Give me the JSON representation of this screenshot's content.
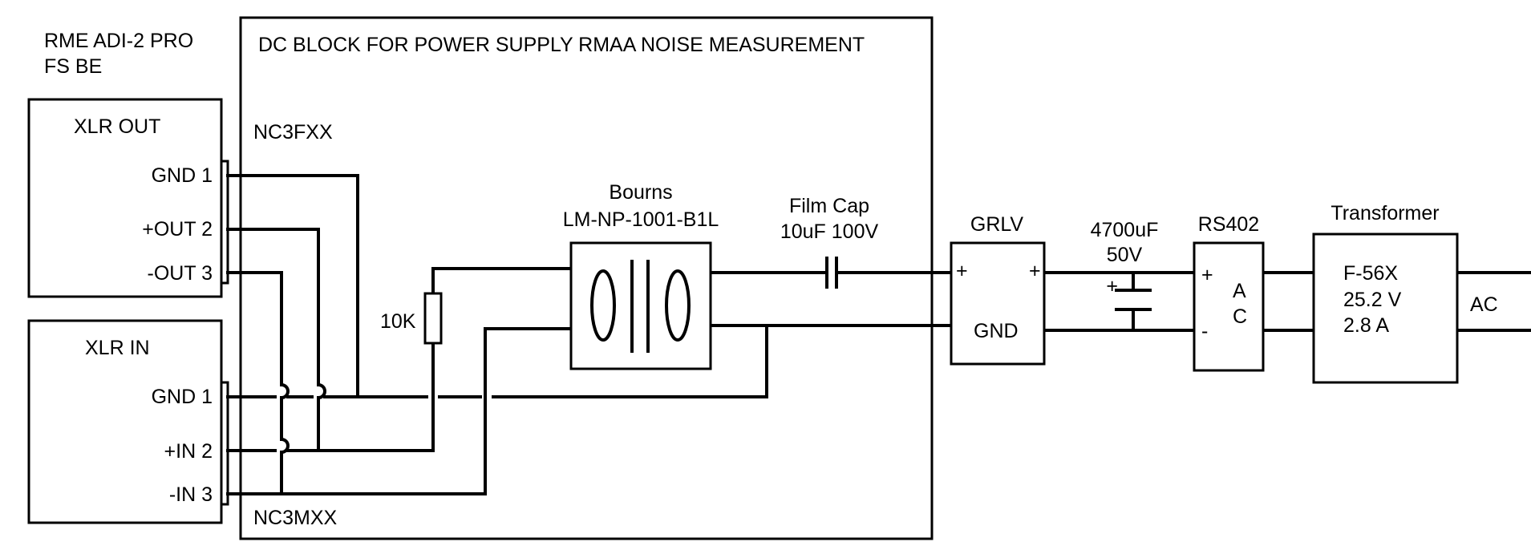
{
  "device": {
    "name_line1": "RME ADI-2 PRO",
    "name_line2": "FS BE"
  },
  "frame": {
    "title": "DC BLOCK FOR POWER SUPPLY RMAA NOISE MEASUREMENT"
  },
  "xlr_out": {
    "title": "XLR OUT",
    "connector": "NC3FXX",
    "pins": [
      "GND 1",
      "+OUT 2",
      "-OUT 3"
    ]
  },
  "xlr_in": {
    "title": "XLR IN",
    "connector": "NC3MXX",
    "pins": [
      "GND 1",
      "+IN 2",
      "-IN 3"
    ]
  },
  "resistor": {
    "value": "10K"
  },
  "transformer_bourns": {
    "line1": "Bourns",
    "line2": "LM-NP-1001-B1L"
  },
  "film_cap": {
    "line1": "Film Cap",
    "line2": "10uF 100V"
  },
  "grlv": {
    "title": "GRLV",
    "plus": "+",
    "gnd": "GND"
  },
  "bulk_cap": {
    "line1": "4700uF",
    "line2": "50V",
    "plus": "+"
  },
  "rectifier": {
    "title": "RS402",
    "plus": "+",
    "minus": "-",
    "ac_a": "A",
    "ac_c": "C"
  },
  "mains_transformer": {
    "title": "Transformer",
    "model": "F-56X",
    "voltage": "25.2 V",
    "current": "2.8 A"
  },
  "mains": {
    "label": "AC"
  }
}
